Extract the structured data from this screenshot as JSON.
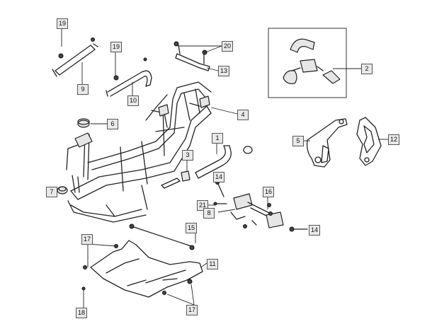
{
  "callouts": [
    {
      "id": "c19a",
      "text": "19"
    },
    {
      "id": "c9",
      "text": "9"
    },
    {
      "id": "c19b",
      "text": "19"
    },
    {
      "id": "c10",
      "text": "10"
    },
    {
      "id": "c20",
      "text": "20"
    },
    {
      "id": "c13",
      "text": "13"
    },
    {
      "id": "c2",
      "text": "2"
    },
    {
      "id": "c4",
      "text": "4"
    },
    {
      "id": "c6",
      "text": "6"
    },
    {
      "id": "c1",
      "text": "1"
    },
    {
      "id": "c5",
      "text": "5"
    },
    {
      "id": "c12",
      "text": "12"
    },
    {
      "id": "c3",
      "text": "3"
    },
    {
      "id": "c14a",
      "text": "14"
    },
    {
      "id": "c7",
      "text": "7"
    },
    {
      "id": "c21",
      "text": "21"
    },
    {
      "id": "c16",
      "text": "16"
    },
    {
      "id": "c8",
      "text": "8"
    },
    {
      "id": "c14b",
      "text": "14"
    },
    {
      "id": "c15",
      "text": "15"
    },
    {
      "id": "c17a",
      "text": "17"
    },
    {
      "id": "c11",
      "text": "11"
    },
    {
      "id": "c18",
      "text": "18"
    },
    {
      "id": "c17b",
      "text": "17"
    }
  ]
}
